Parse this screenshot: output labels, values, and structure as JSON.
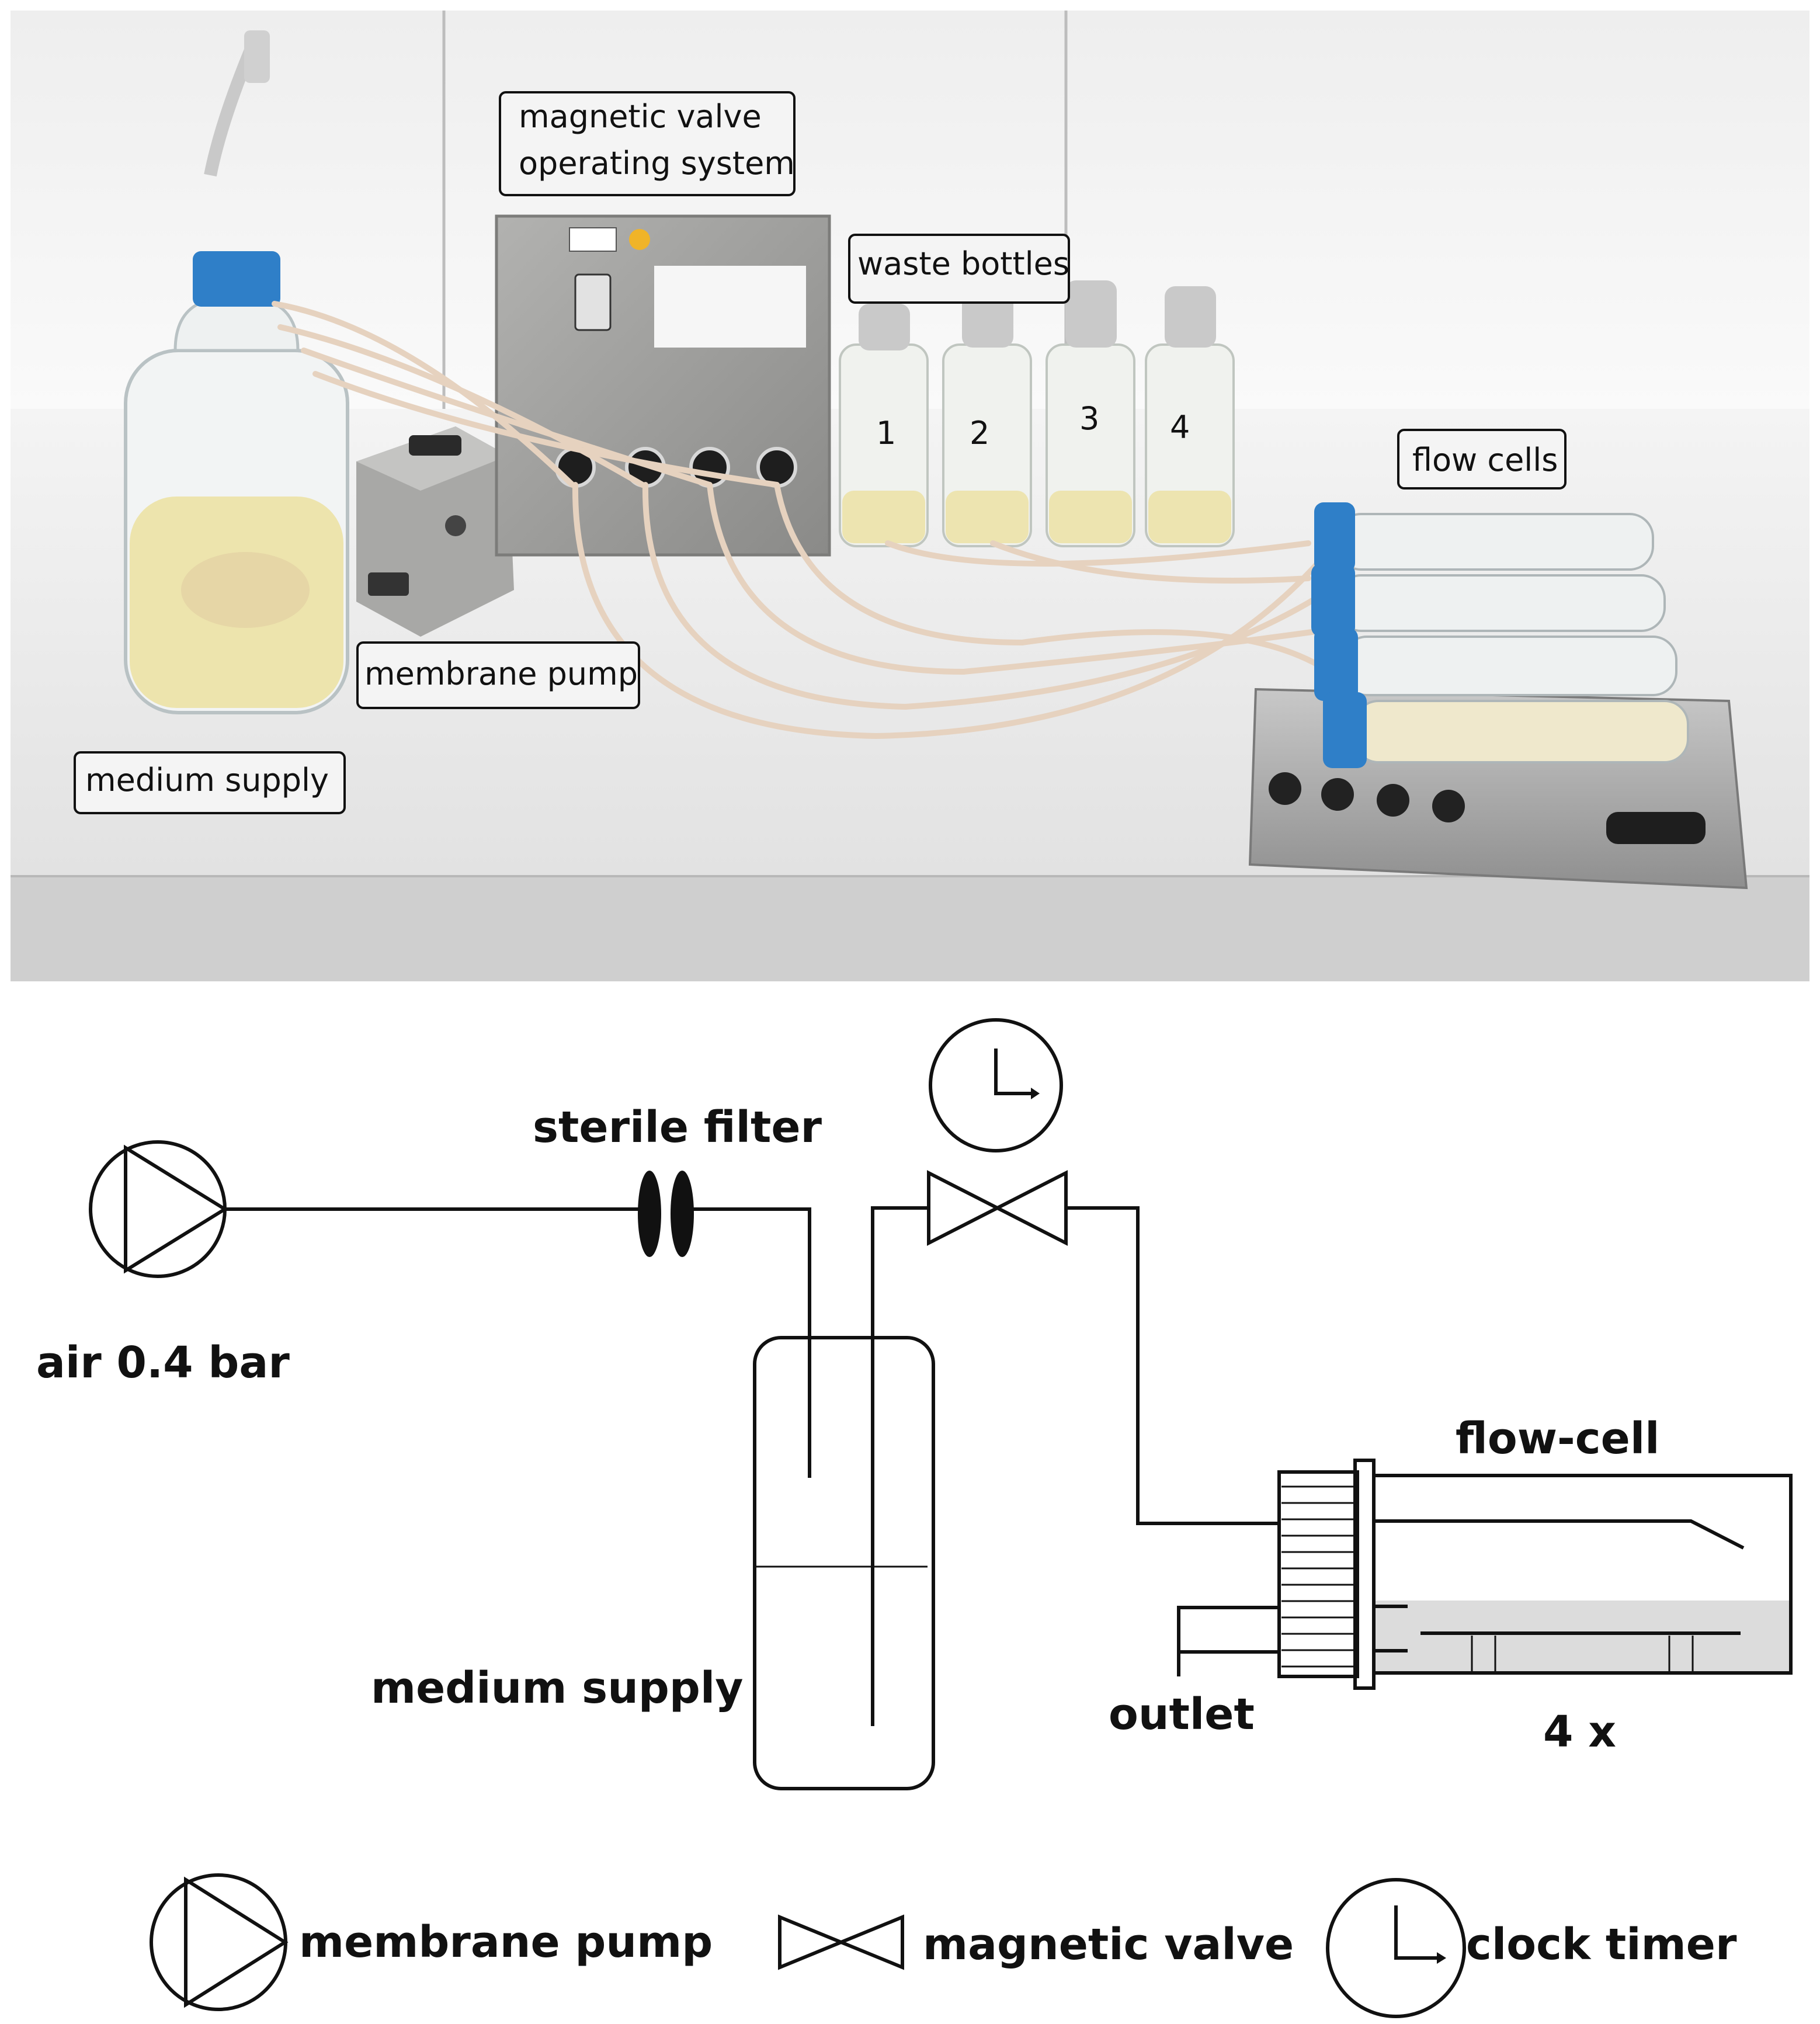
{
  "photo": {
    "labels": {
      "valve_system_line1": "magnetic valve",
      "valve_system_line2": "operating system",
      "waste_bottles": "waste bottles",
      "flow_cells": "flow cells",
      "membrane_pump": "membrane pump",
      "medium_supply": "medium supply"
    },
    "bottle_numbers": [
      "1",
      "2",
      "3",
      "4"
    ]
  },
  "diagram": {
    "labels": {
      "sterile_filter": "sterile filter",
      "air_pressure": "air 0.4 bar",
      "medium_supply": "medium supply",
      "flow_cell": "flow-cell",
      "outlet": "outlet",
      "count": "4 x"
    }
  },
  "legend": {
    "membrane_pump": "membrane pump",
    "magnetic_valve": "magnetic valve",
    "clock_timer": "clock timer"
  },
  "colors": {
    "medium": "#ece0a0",
    "cap_blue": "#2f7fc8",
    "housing_gray": "#9a9a98",
    "fluid_fill": "#dcdcdc"
  }
}
